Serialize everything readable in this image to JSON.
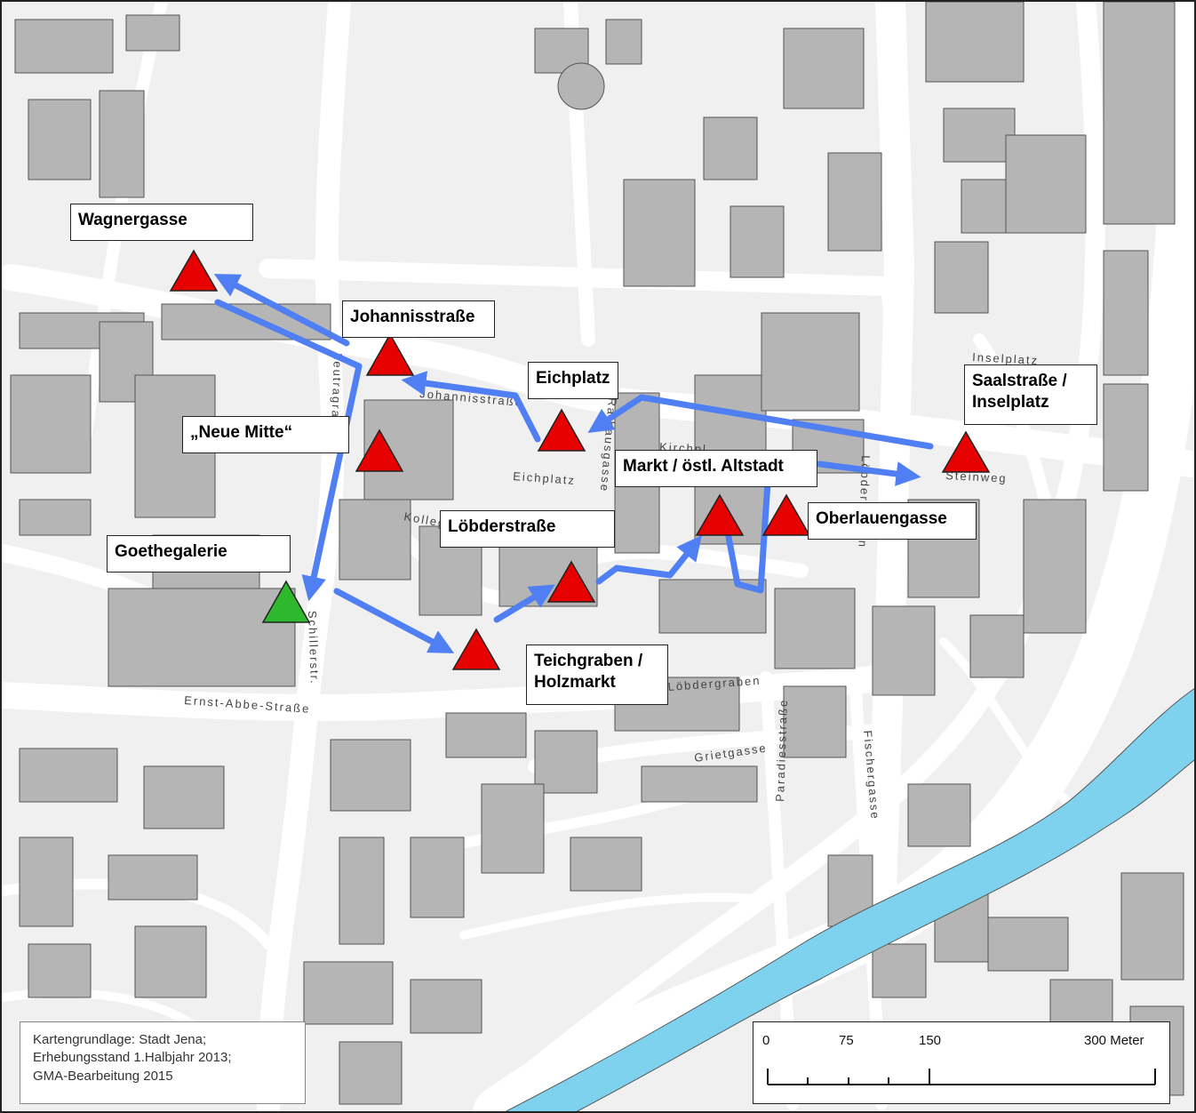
{
  "labels": {
    "wagnergasse": "Wagnergasse",
    "johannisstrasse": "Johannisstraße",
    "eichplatz": "Eichplatz",
    "saalstrasse_l1": "Saalstraße /",
    "saalstrasse_l2": "Inselplatz",
    "neue_mitte": "„Neue Mitte“",
    "markt": "Markt / östl. Altstadt",
    "oberlauengasse": "Oberlauengasse",
    "loebderstrasse": "Löbderstraße",
    "goethegalerie": "Goethegalerie",
    "teichgraben_l1": "Teichgraben /",
    "teichgraben_l2": "Holzmarkt"
  },
  "streets": {
    "johannisstrasse": "Johannisstraße",
    "eichplatz": "Eichplatz",
    "kirchplatz": "Kirchpl.",
    "rathausgasse": "Rathausgasse",
    "kollegiengasse": "Kollegiengasse",
    "leutragraben": "Leutragraben",
    "schillerstr": "Schillerstr.",
    "ernst_abbe": "Ernst-Abbe-Straße",
    "loebdergraben": "Löbdergraben",
    "loebdergraben_vertical": "Löbdergraben",
    "grietgasse": "Grietgasse",
    "paradiesstrasse": "Paradiesstraße",
    "fischergasse": "Fischergasse",
    "inselplatz": "Inselplatz",
    "steinweg": "Steinweg"
  },
  "credit": {
    "line1": "Kartengrundlage: Stadt Jena;",
    "line2": "Erhebungsstand 1.Halbjahr 2013;",
    "line3": "GMA-Bearbeitung 2015"
  },
  "scale": {
    "t0": "0",
    "t75": "75",
    "t150": "150",
    "t300": "300 Meter"
  },
  "colors": {
    "marker_red": "#e60000",
    "marker_green": "#2db82d",
    "route_blue": "#4f7ff2",
    "river": "#7fd2ee",
    "building": "#b5b5b5"
  }
}
